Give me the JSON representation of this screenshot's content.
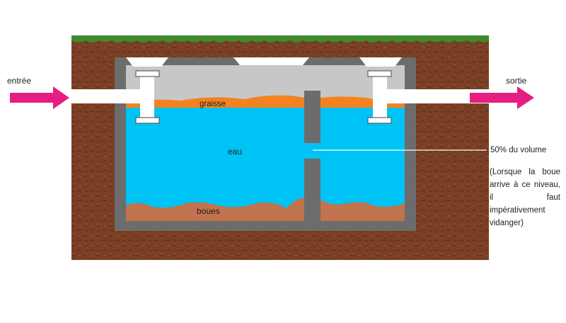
{
  "labels": {
    "inlet": "entrée",
    "outlet": "sortie",
    "grease": "graisse",
    "water": "eau",
    "sludge": "boues",
    "volume": "50% du volume",
    "note": "(Lorsque la boue arrive à ce niveau, il faut impérativement vidanger)"
  },
  "colors": {
    "soil": "#7a3f24",
    "grass": "#3f8a2c",
    "concrete": "#6c6c6c",
    "air": "#c7c7c7",
    "water": "#00c3f5",
    "grease": "#f58220",
    "sludge": "#c0734c",
    "arrow": "#e61e82",
    "pipe": "#ffffff"
  },
  "icons": {
    "inlet_arrow": "arrow-right-icon",
    "outlet_arrow": "arrow-right-icon"
  }
}
